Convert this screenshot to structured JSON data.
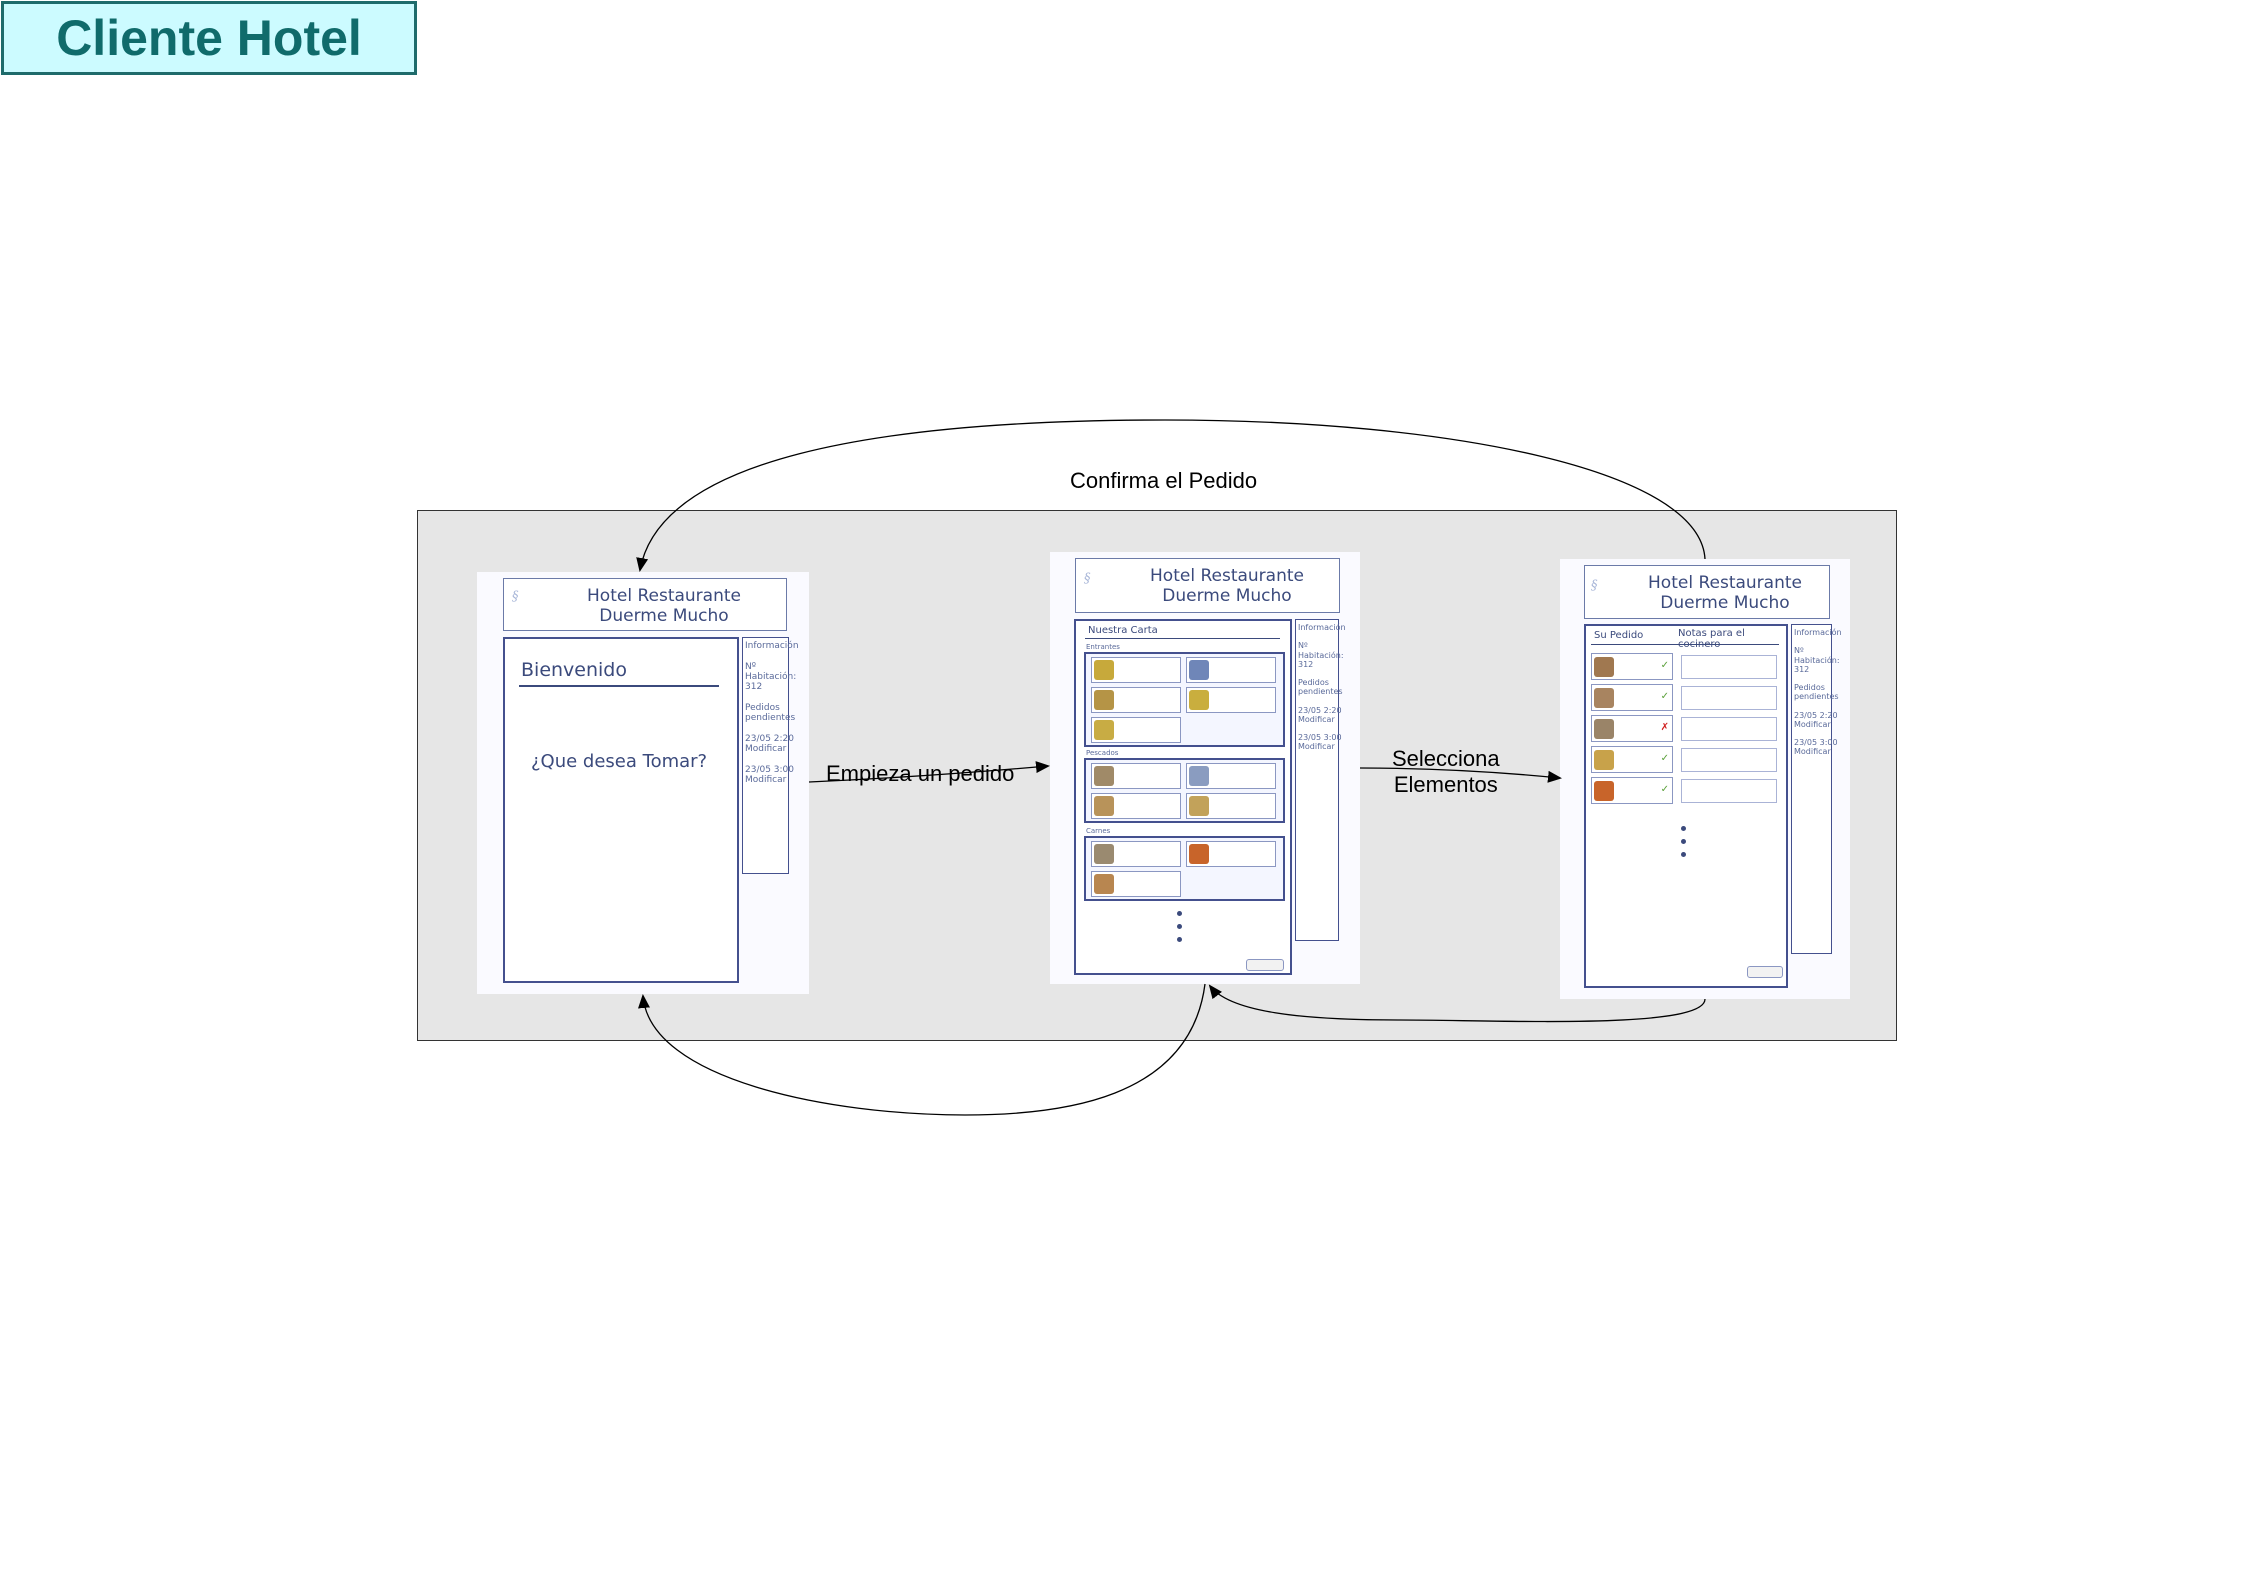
{
  "title": "Cliente Hotel",
  "edges": {
    "confirm": "Confirma el Pedido",
    "start": "Empieza un pedido",
    "select_line1": "Selecciona",
    "select_line2": "Elementos"
  },
  "screens": {
    "welcome": {
      "header_line1": "Hotel Restaurante",
      "header_line2": "Duerme Mucho",
      "heading": "Bienvenido",
      "question": "¿Que desea Tomar?",
      "side": [
        "Información",
        "Nº",
        "Habitación:",
        "312",
        "Pedidos",
        "pendientes",
        "23/05 2:20",
        "Modificar",
        "23/05 3:00",
        "Modificar"
      ]
    },
    "menu": {
      "header_line1": "Hotel Restaurante",
      "header_line2": "Duerme Mucho",
      "heading": "Nuestra Carta",
      "sections": [
        "Entrantes",
        "Pescados",
        "Carnes"
      ],
      "side": [
        "Información",
        "Nº",
        "Habitación:",
        "312",
        "Pedidos",
        "pendientes",
        "23/05 2:20",
        "Modificar",
        "23/05 3:00",
        "Modificar"
      ]
    },
    "order": {
      "header_line1": "Hotel Restaurante",
      "header_line2": "Duerme Mucho",
      "tab_order": "Su Pedido",
      "tab_notes": "Notas para el cocinero",
      "side": [
        "Información",
        "Nº",
        "Habitación:",
        "312",
        "Pedidos",
        "pendientes",
        "23/05 2:20",
        "Modificar",
        "23/05 3:00",
        "Modificar"
      ]
    }
  },
  "colors": {
    "title_bg": "#ccfbff",
    "title_text": "#106b6b",
    "frame_bg": "#e6e6e6",
    "panel_border": "#44508e"
  }
}
